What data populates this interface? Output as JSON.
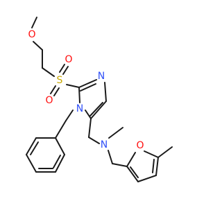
{
  "molecule": {
    "labels": {
      "methoxy_O": "O",
      "sulfonyl_O_upper": "O",
      "sulfonyl_S": "S",
      "sulfonyl_O_lower": "O",
      "imidazole_N3": "N",
      "imidazole_N1": "N",
      "amine_N": "N",
      "furan_O": "O"
    },
    "colors": {
      "oxygen": "#ff0d0d",
      "nitrogen": "#3050f8",
      "sulfur": "#c8a800",
      "bond": "#1a1a1a"
    }
  }
}
